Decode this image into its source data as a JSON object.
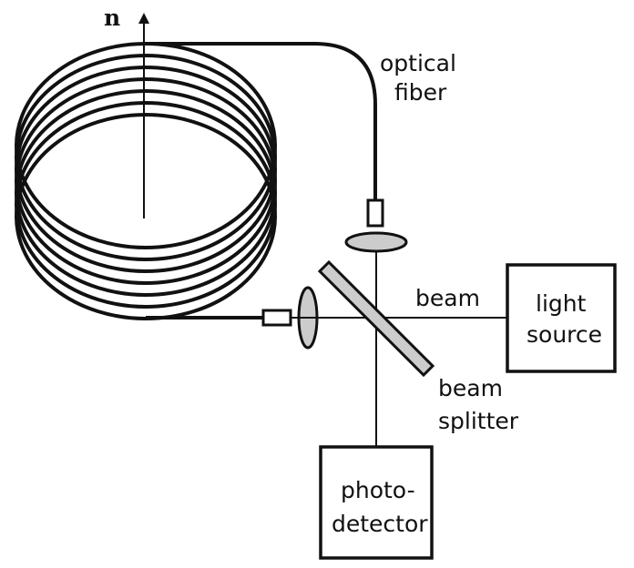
{
  "diagram": {
    "labels": {
      "normal_vector": "n",
      "optical_fiber": [
        "optical",
        "fiber"
      ],
      "beam": "beam",
      "light_source": [
        "light",
        "source"
      ],
      "beam_splitter": [
        "beam",
        "splitter"
      ],
      "photodetector": [
        "photo-",
        "detector"
      ]
    },
    "colors": {
      "stroke": "#111111",
      "splitter_fill": "#cccccc",
      "lens_fill": "#cccccc",
      "background": "#ffffff"
    }
  }
}
